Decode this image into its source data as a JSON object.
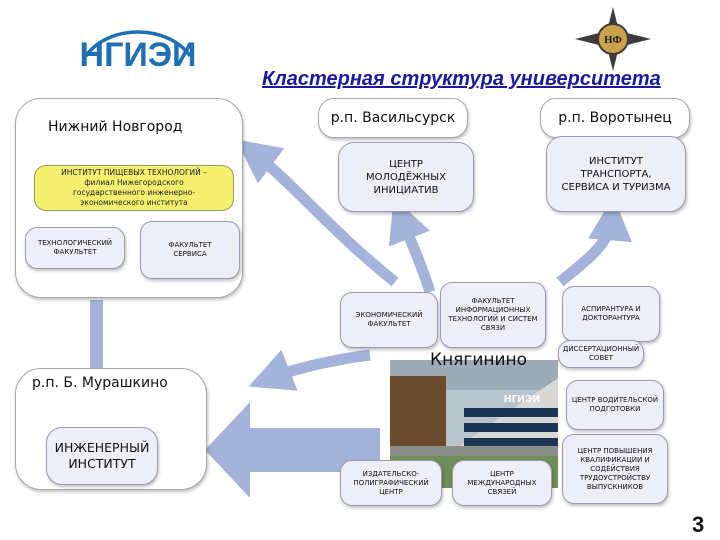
{
  "logo": {
    "text": "НГИЭИ"
  },
  "emblem": {
    "text": "НФ"
  },
  "title": "Кластерная структура университета",
  "nizhny": {
    "city": "Нижний Новгород",
    "institute": "ИНСТИТУТ ПИЩЕВЫХ ТЕХНОЛОГИЙ –\nфилиал Нижегородского\nгосударственного инженерно-\nэкономического института",
    "tech_faculty": "ТЕХНОЛОГИЧЕСКИЙ\nФАКУЛЬТЕТ",
    "service_faculty": "ФАКУЛЬТЕТ\nСЕРВИСА"
  },
  "vasilsursk": {
    "city": "р.п. Васильсурск",
    "center": "ЦЕНТР\nМОЛОДЁЖНЫХ\nИНИЦИАТИВ"
  },
  "vorotynets": {
    "city": "р.п. Воротынец",
    "institute": "ИНСТИТУТ\nТРАНСПОРТА,\nСЕРВИСА И ТУРИЗМА"
  },
  "murashkino": {
    "city": "р.п. Б. Мурашкино",
    "institute": "ИНЖЕНЕРНЫЙ\nИНСТИТУТ"
  },
  "knyaginino": {
    "city": "Княгинино",
    "photo_sign": "нгиэи",
    "economic_faculty": "ЭКОНОМИЧЕСКИЙ\nФАКУЛЬТЕТ",
    "it_faculty": "ФАКУЛЬТЕТ\nИНФОРМАЦИОННЫХ\nТЕХНОЛОГИЙ И СИСТЕМ\nСВЯЗИ",
    "postgrad": "АСПИРАНТУРА И\nДОКТОРАНТУРА",
    "dissertation": "ДИССЕРТАЦИОННЫЙ\nСОВЕТ",
    "driver_center": "ЦЕНТР ВОДИТЕЛЬСКОЙ\nПОДГОТОВКИ",
    "publishing": "ИЗДАТЕЛЬСКО-\nПОЛИГРАФИЧЕСКИЙ\nЦЕНТР",
    "intl_center": "ЦЕНТР\nМЕЖДУНАРОДНЫХ\nСВЯЗЕЙ",
    "qualification": "ЦЕНТР ПОВЫШЕНИЯ\nКВАЛИФИКАЦИИ И\nСОДЕЙСТВИЯ\nТРУДОУСТРОЙСТВУ\nВЫПУСКНИКОВ"
  },
  "page_number": "3",
  "colors": {
    "arrow": "#a3b3da",
    "lavender": "#eeeef8",
    "yellow": "#f4ef6e",
    "logo_blue": "#1e6fb6",
    "title_blue": "#1a1aa0"
  }
}
